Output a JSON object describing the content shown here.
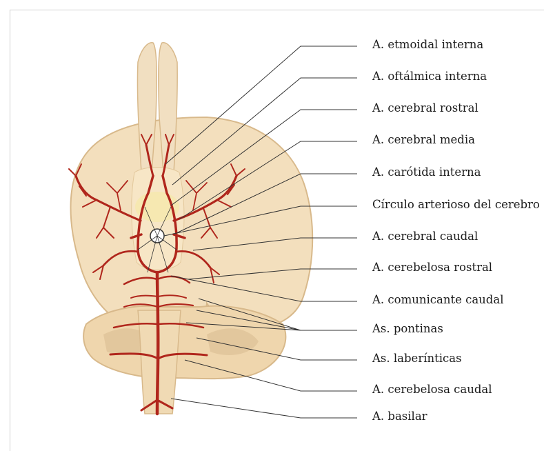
{
  "labels": [
    "A. etmoidal interna",
    "A. oftálmica interna",
    "A. cerebral rostral",
    "A. cerebral media",
    "A. carótida interna",
    "Círculo arterioso del cerebro",
    "A. cerebral caudal",
    "A. cerebelosa rostral",
    "A. comunicante caudal",
    "As. pontinas",
    "As. laberínticas",
    "A. cerebelosa caudal",
    "A. basilar"
  ],
  "colors": {
    "artery": "#b0261c",
    "brain_fill": "#f3dfbd",
    "brain_stroke": "#d8b98b",
    "leader": "#333333"
  }
}
